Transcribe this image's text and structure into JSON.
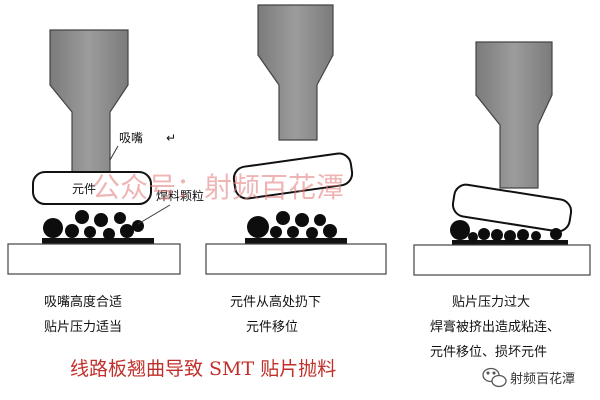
{
  "panel1": {
    "label_nozzle": "吸嘴",
    "label_component": "元件",
    "label_solder": "焊料颗粒",
    "caption_line1": "吸嘴高度合适",
    "caption_line2": "贴片压力适当"
  },
  "panel2": {
    "caption_line1": "元件从高处扔下",
    "caption_line2": "元件移位"
  },
  "panel3": {
    "caption_line1": "贴片压力过大",
    "caption_line2": "焊膏被挤出造成粘连、",
    "caption_line3": "元件移位、损坏元件"
  },
  "watermark": "公众号：射频百花潭",
  "footer_title": "线路板翘曲导致 SMT 贴片抛料",
  "logo_text": "射频百花潭",
  "colors": {
    "nozzle_fill": "#8a8a8a",
    "title_red": "#c0302b",
    "watermark_red": "#e27a7a",
    "ball": "#0d0d0d"
  }
}
